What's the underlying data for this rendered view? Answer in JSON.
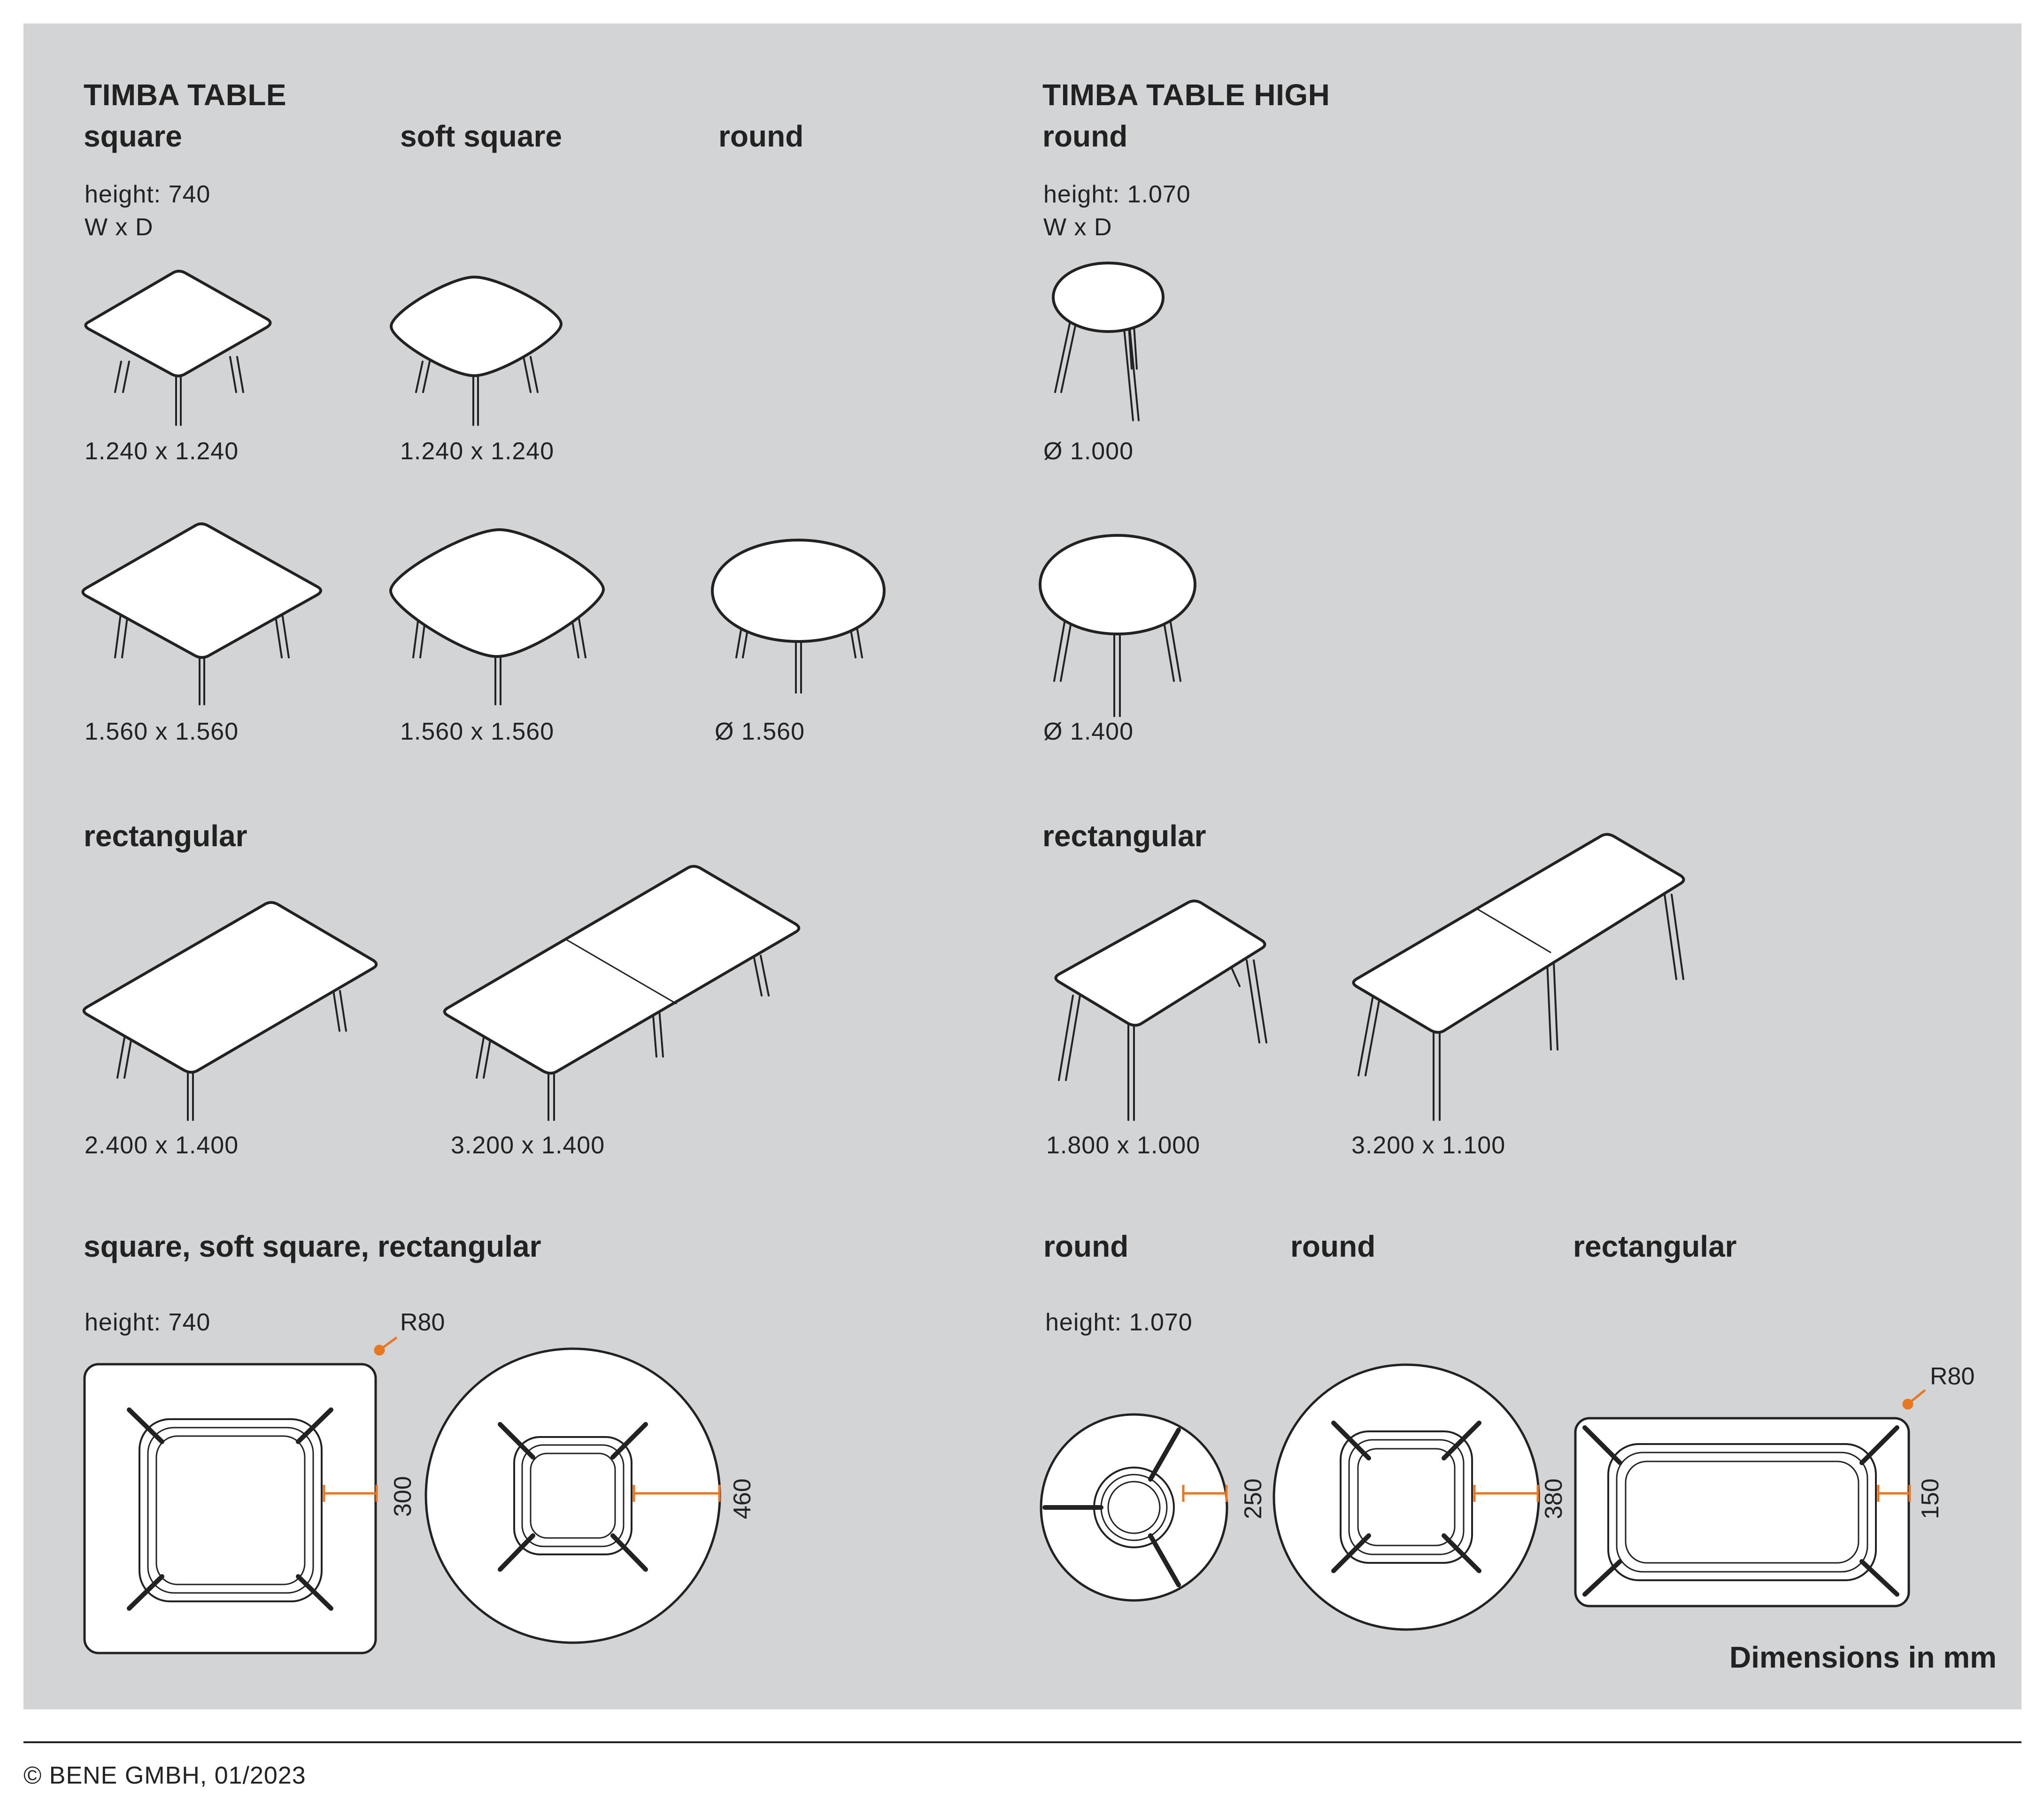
{
  "left": {
    "title": "TIMBA TABLE",
    "labels": {
      "square": "square",
      "soft_square": "soft square",
      "round": "round"
    },
    "height": "height: 740",
    "wxd": "W x D",
    "sizes": {
      "sq1": "1.240 x 1.240",
      "ss1": "1.240 x 1.240",
      "sq2": "1.560 x 1.560",
      "ss2": "1.560 x 1.560",
      "rd2": "Ø 1.560"
    },
    "rect_label": "rectangular",
    "rect_sizes": {
      "r1": "2.400 x 1.400",
      "r2": "3.200 x 1.400"
    },
    "bottom_label": "square, soft square, rectangular",
    "bottom_height": "height: 740",
    "radius": "R80",
    "dims": {
      "d1": "300",
      "d2": "460"
    }
  },
  "right": {
    "title": "TIMBA TABLE HIGH",
    "round_label": "round",
    "height": "height: 1.070",
    "wxd": "W x D",
    "sizes": {
      "rd1": "Ø 1.000",
      "rd2": "Ø 1.400"
    },
    "rect_label": "rectangular",
    "rect_sizes": {
      "r1": "1.800 x 1.000",
      "r2": "3.200 x 1.100"
    },
    "bottom_labels": {
      "a": "round",
      "b": "round",
      "c": "rectangular"
    },
    "bottom_height": "height: 1.070",
    "radius": "R80",
    "dims": {
      "d1": "250",
      "d2": "380",
      "d3": "150"
    }
  },
  "dimensions_note": "Dimensions in mm",
  "footer": "© BENE GMBH, 01/2023",
  "colors": {
    "panel": "#d3d4d6",
    "accent": "#e87722",
    "ink": "#222222"
  }
}
